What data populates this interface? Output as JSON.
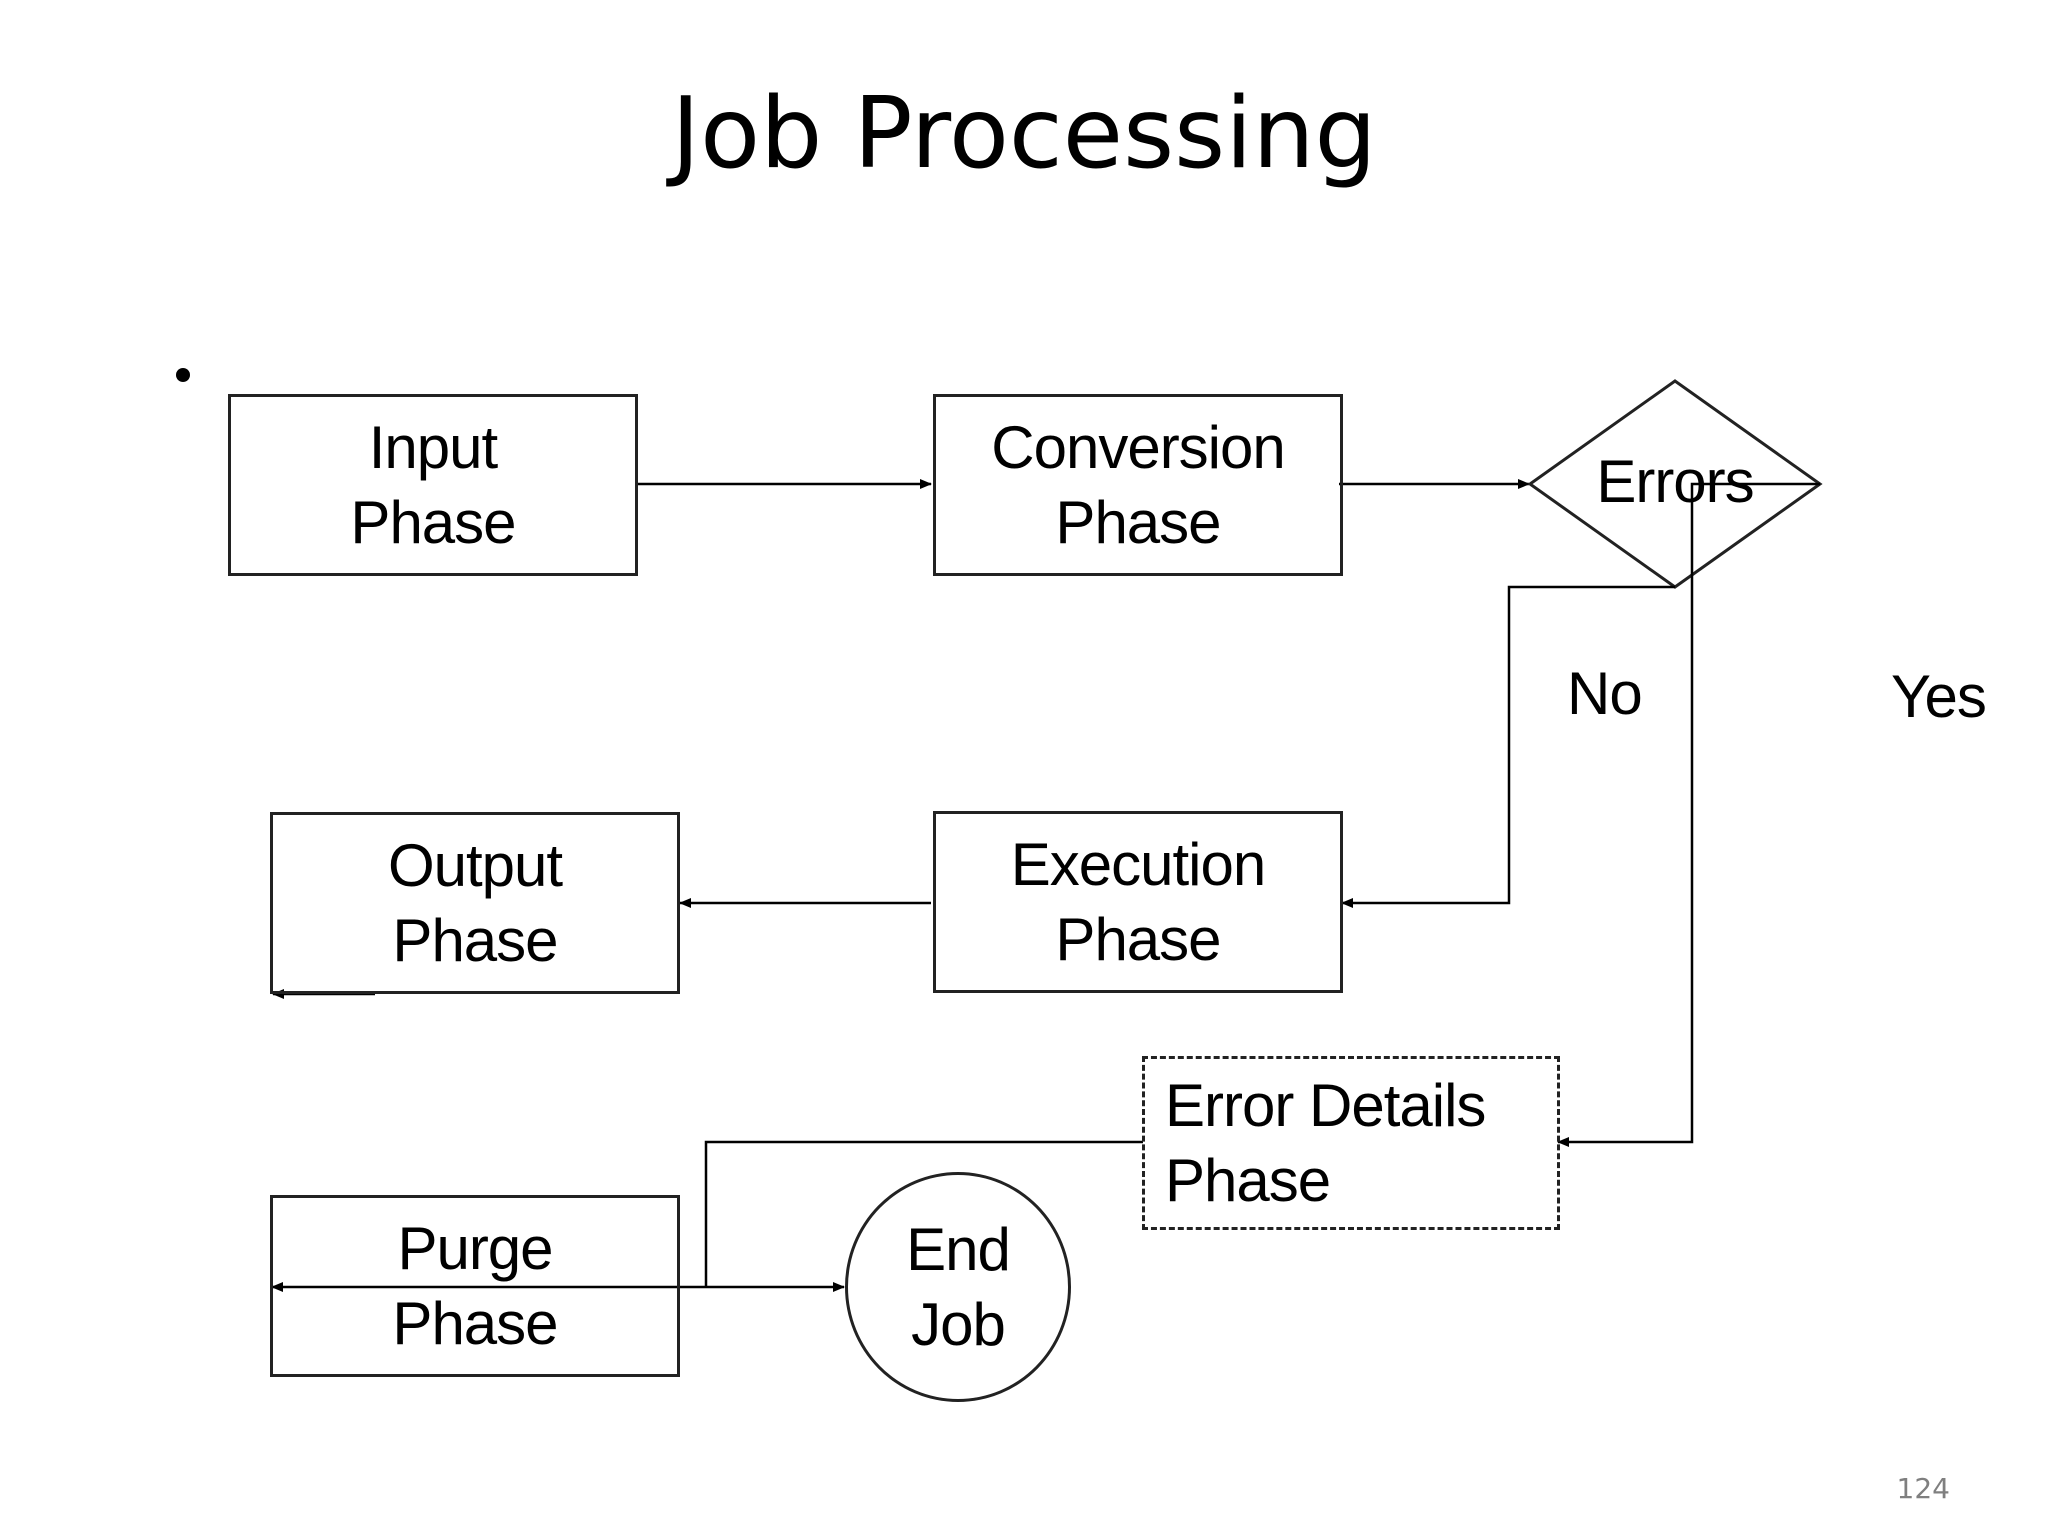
{
  "title": "Job Processing",
  "nodes": {
    "input": {
      "line1": "Input",
      "line2": "Phase"
    },
    "conversion": {
      "line1": "Conversion",
      "line2": "Phase"
    },
    "errors": {
      "label": "Errors"
    },
    "execution": {
      "line1": "Execution",
      "line2": "Phase"
    },
    "output": {
      "line1": "Output",
      "line2": "Phase"
    },
    "error_details": {
      "line1": "Error Details",
      "line2": "Phase"
    },
    "purge": {
      "line1": "Purge",
      "line2": "Phase"
    },
    "end": {
      "line1": "End",
      "line2": "Job"
    }
  },
  "edge_labels": {
    "no": "No",
    "yes": "Yes"
  },
  "page_number": "124"
}
